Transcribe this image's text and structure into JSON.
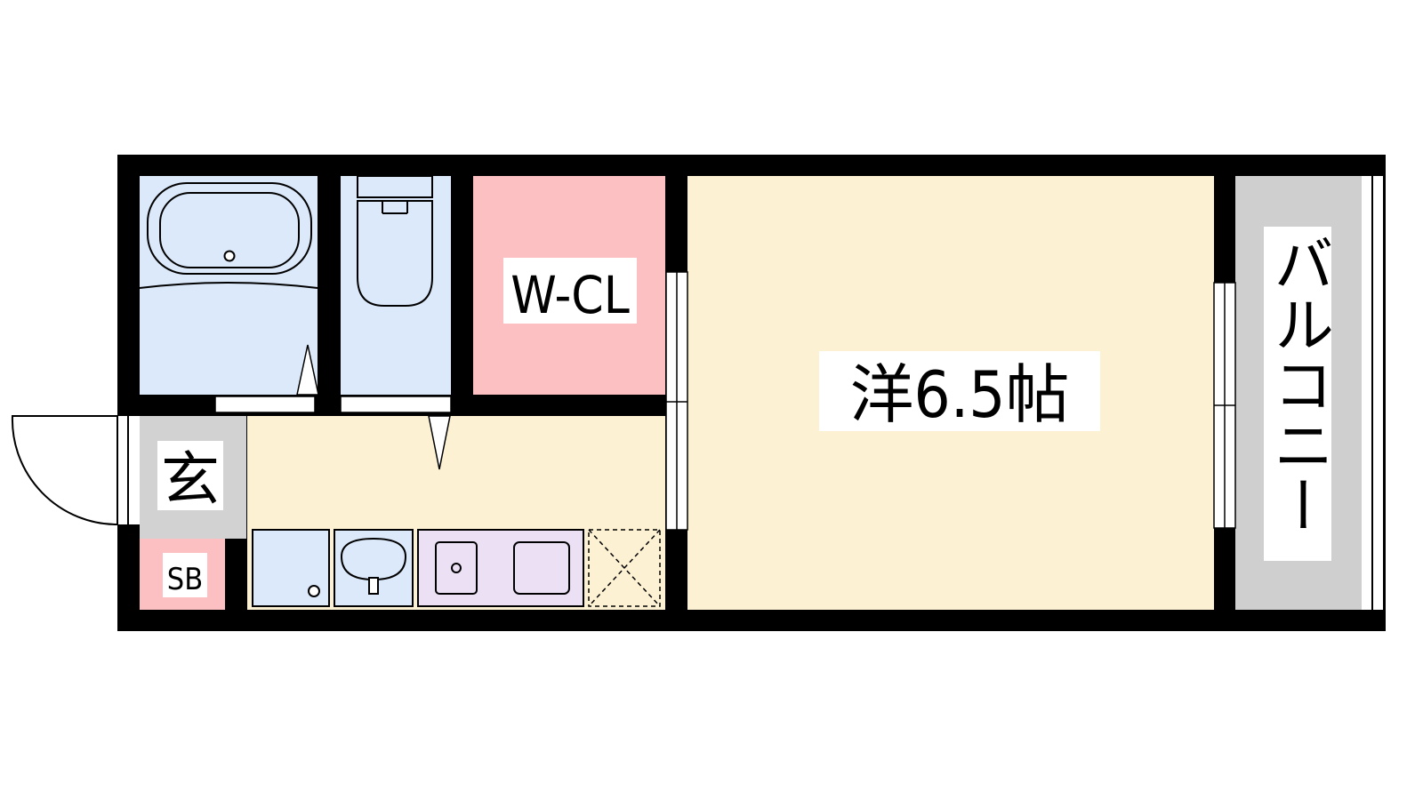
{
  "rooms": {
    "western_room": "洋6.5帖",
    "walk_in_closet": "W-CL",
    "entrance": "玄",
    "shoe_box": "SB",
    "balcony": "バルコニー"
  },
  "colors": {
    "wall": "#000000",
    "wet_area": "#dbe9fa",
    "closet": "#fcbfc2",
    "living": "#fdf1d3",
    "entrance": "#d2d2d2",
    "shoe_box": "#fcbfc2",
    "stove": "#ece0f5",
    "balcony": "#cfcfcf"
  }
}
